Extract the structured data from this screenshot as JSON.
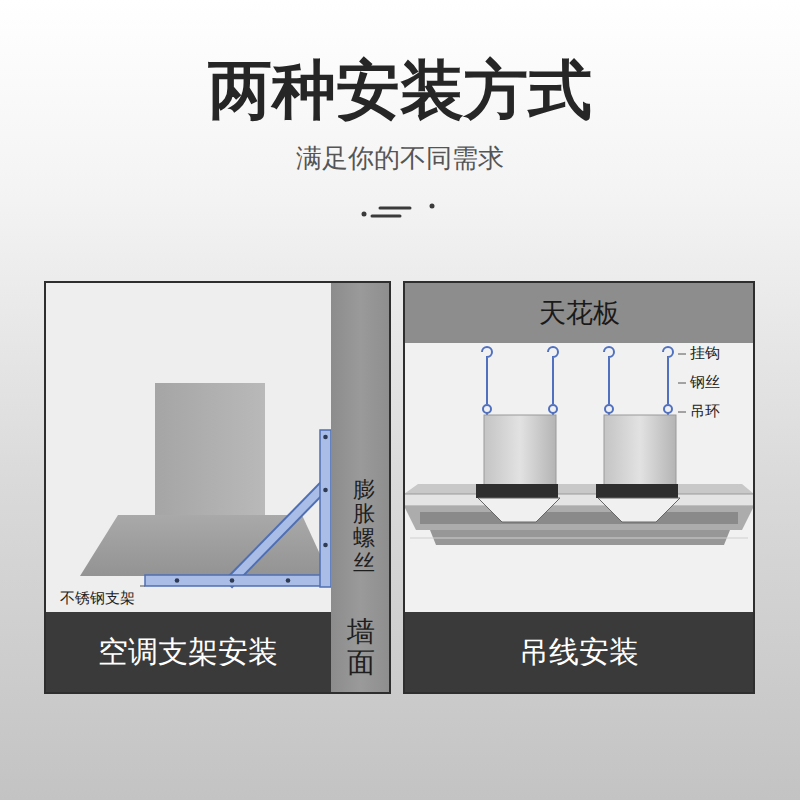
{
  "diagram": {
    "title": "两种安装方式",
    "nodes": [
      {
        "text": [
          "空调支架安装"
        ]
      },
      {
        "text": [
          "墙面"
        ]
      },
      {
        "text": [
          "天花板"
        ]
      },
      {
        "text": [
          "吊线安装"
        ]
      }
    ],
    "labels": [
      "满足你的不同需求",
      "膨胀螺丝",
      "不锈钢支架",
      "挂钩",
      "钢丝",
      "吊环"
    ]
  }
}
